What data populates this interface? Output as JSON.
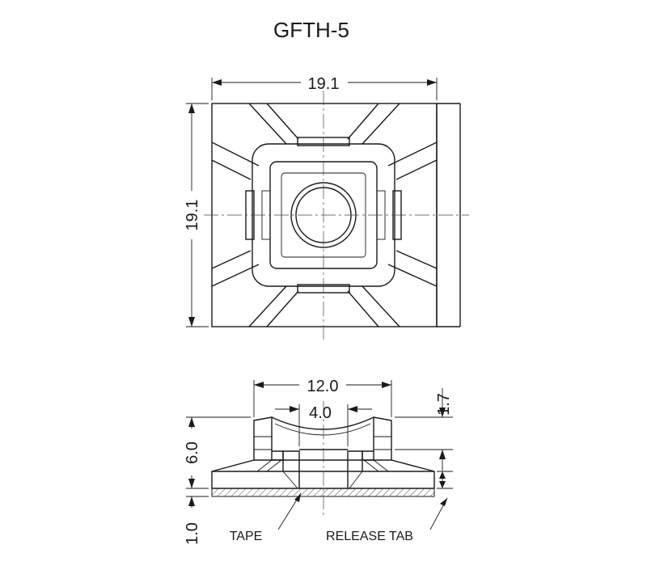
{
  "title": "GFTH-5",
  "top_view": {
    "width_dim": "19.1",
    "height_dim": "19.1"
  },
  "side_view": {
    "top_width_dim": "12.0",
    "slot_width_dim": "4.0",
    "groove_depth_dim": "1.7",
    "body_height_dim": "6.0",
    "tape_thickness_dim": "1.0"
  },
  "callouts": {
    "tape": "TAPE",
    "release_tab": "RELEASE TAB"
  }
}
